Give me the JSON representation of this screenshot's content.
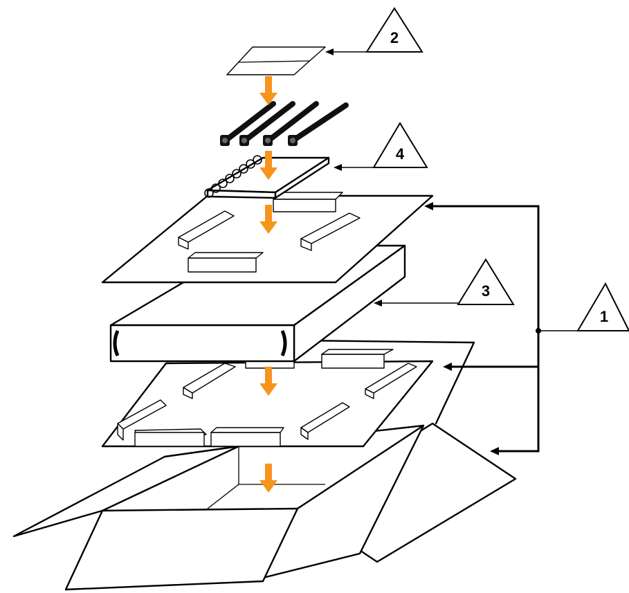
{
  "callouts": [
    {
      "id": "1",
      "label": "1"
    },
    {
      "id": "2",
      "label": "2"
    },
    {
      "id": "3",
      "label": "3"
    },
    {
      "id": "4",
      "label": "4"
    }
  ],
  "colors": {
    "arrow": "#f7941d",
    "stroke": "#000000",
    "background": "#ffffff"
  },
  "icons": [
    "triangle-callout",
    "down-arrow",
    "power-cord",
    "shipping-box"
  ]
}
